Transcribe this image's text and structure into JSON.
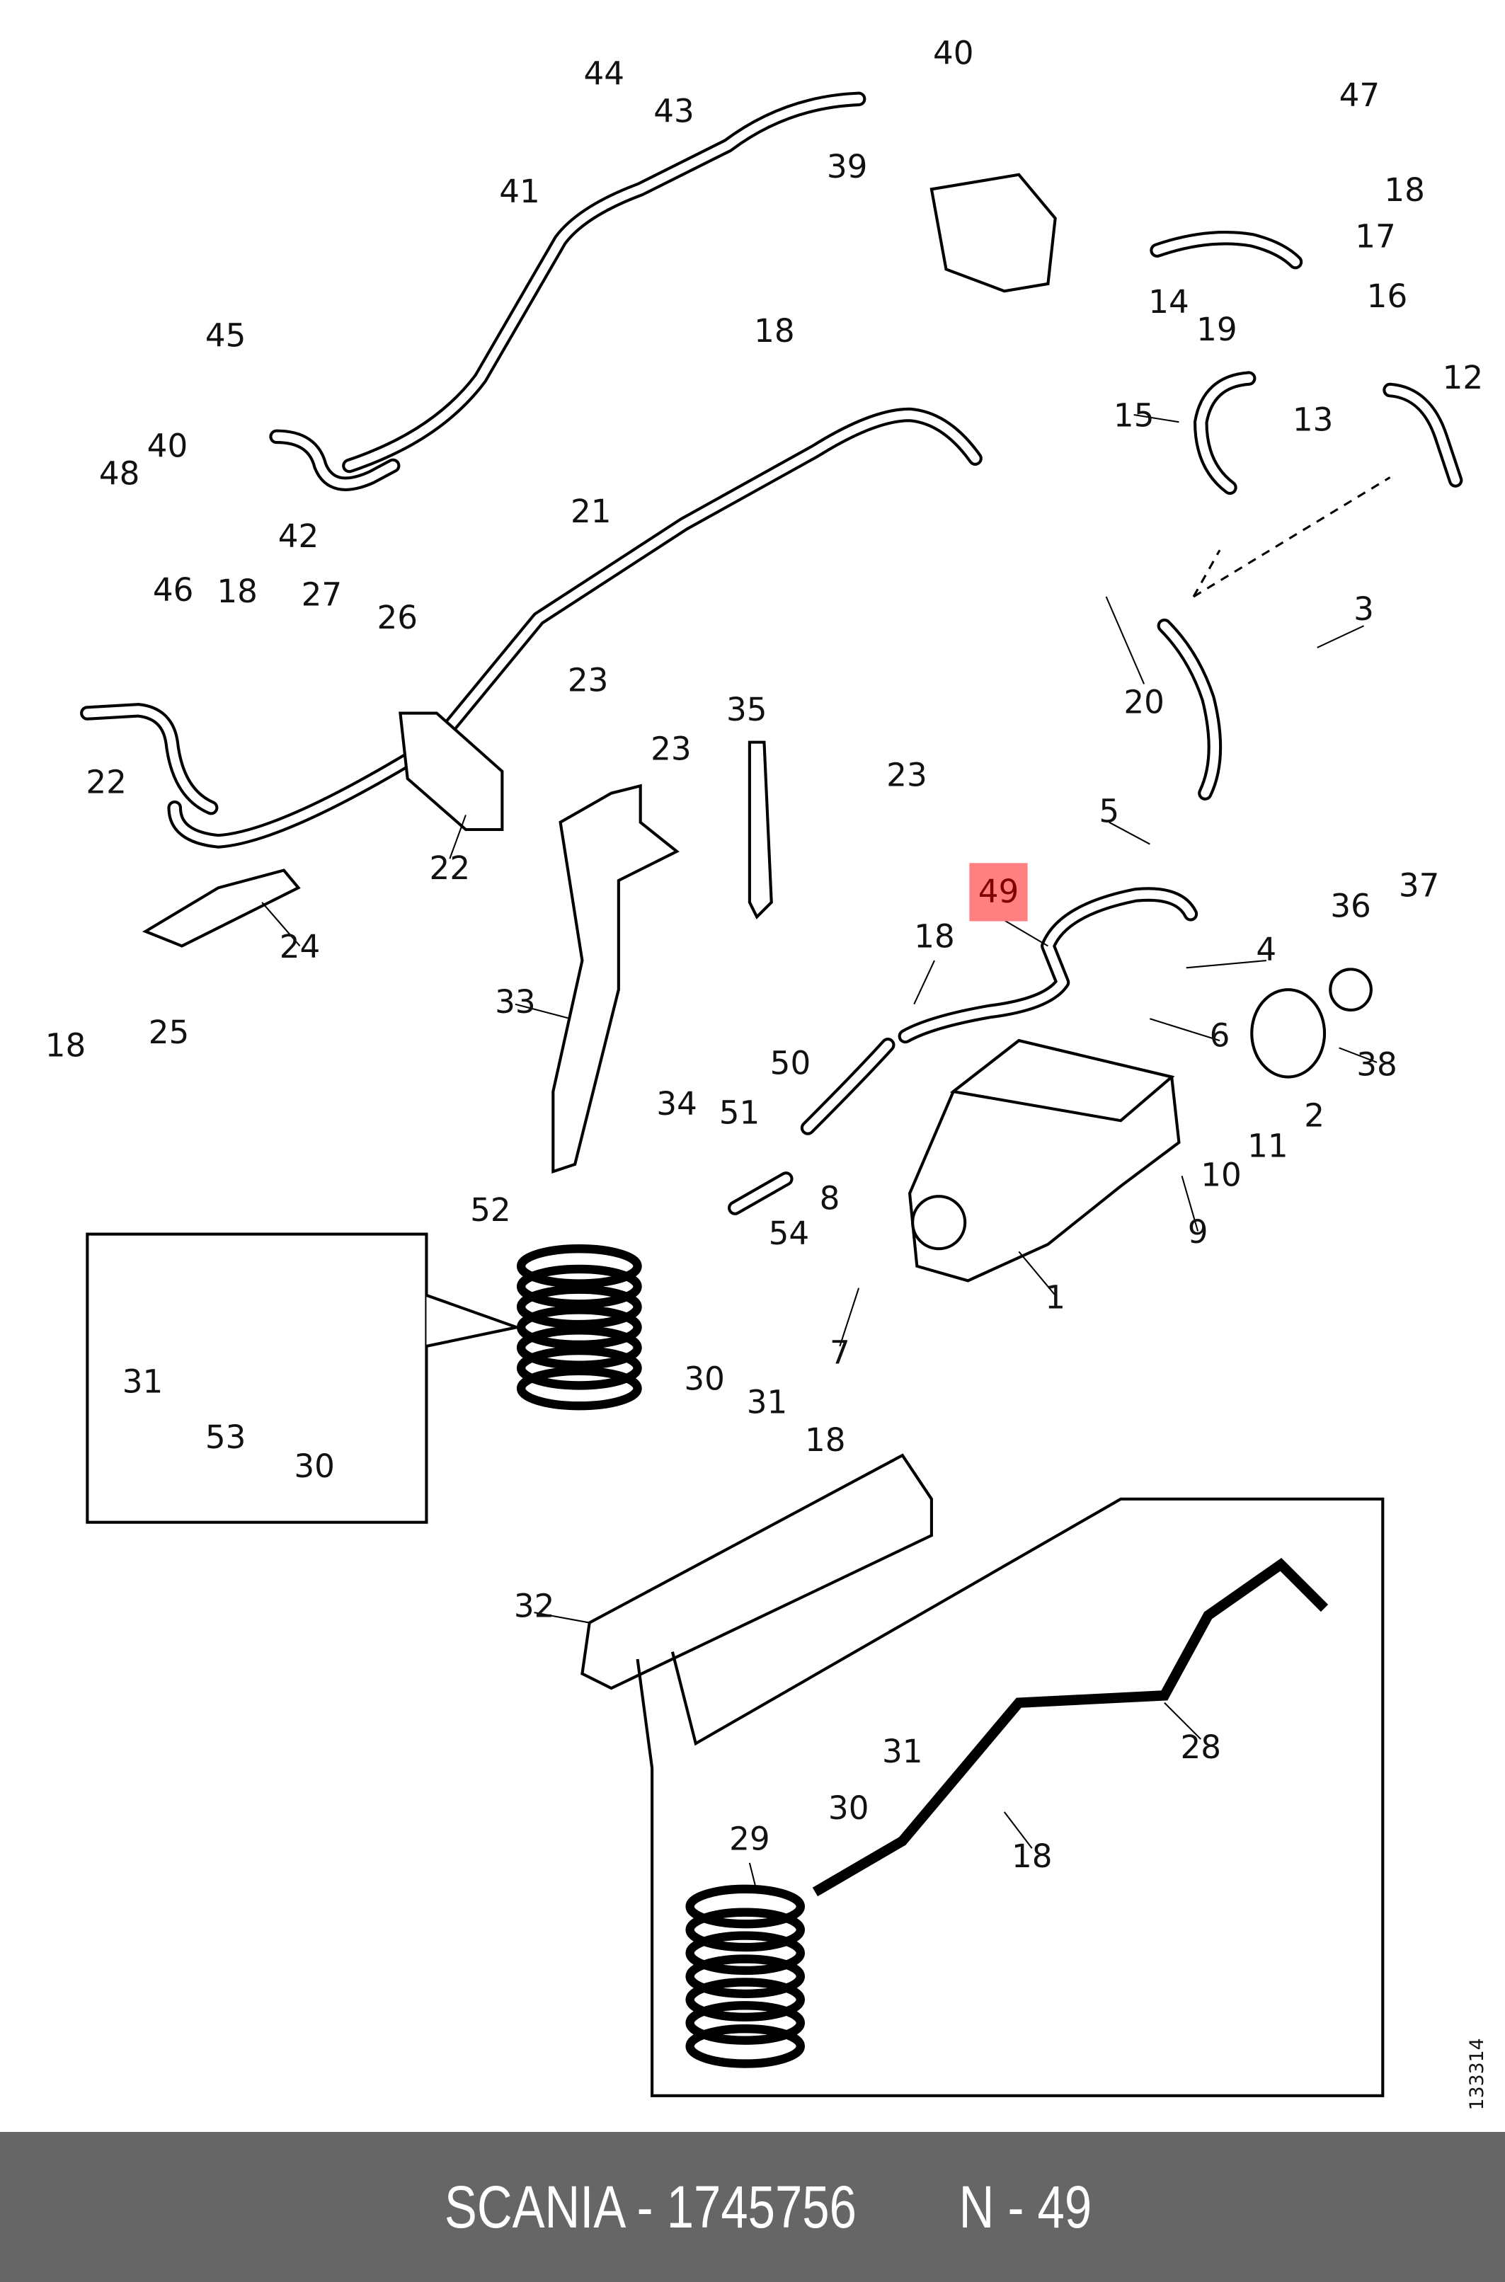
{
  "diagram": {
    "callouts": [
      "44",
      "43",
      "40",
      "47",
      "41",
      "39",
      "18",
      "17",
      "16",
      "14",
      "19",
      "45",
      "18",
      "12",
      "15",
      "13",
      "40",
      "48",
      "42",
      "21",
      "46",
      "18",
      "27",
      "26",
      "3",
      "23",
      "20",
      "35",
      "23",
      "23",
      "22",
      "5",
      "22",
      "49",
      "18",
      "4",
      "36",
      "37",
      "24",
      "33",
      "6",
      "25",
      "18",
      "38",
      "50",
      "51",
      "2",
      "34",
      "11",
      "10",
      "8",
      "52",
      "54",
      "9",
      "1",
      "7",
      "31",
      "30",
      "31",
      "53",
      "18",
      "30",
      "32",
      "28",
      "31",
      "30",
      "29",
      "18"
    ],
    "highlighted_callout": "49",
    "highlight_color": "#ff8080",
    "highlight_text_color": "#800000",
    "drawing_number": "133314"
  },
  "footer": {
    "brand_part": "SCANIA - 1745756",
    "position_code": "N - 49",
    "background": "#666666"
  }
}
